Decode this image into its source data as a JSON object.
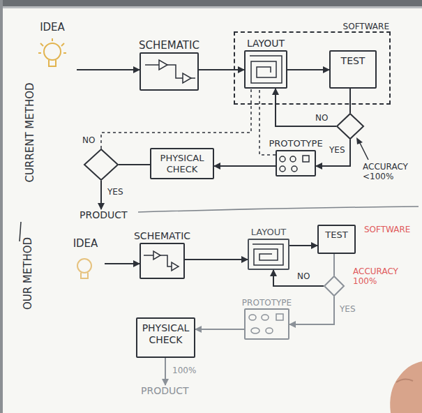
{
  "diagram": {
    "nodes": [
      {
        "text": [
          "IDEA"
        ]
      },
      {
        "text": [
          "SCHEMATIC"
        ]
      },
      {
        "text": [
          "SOFTWARE"
        ]
      },
      {
        "text": [
          "LAYOUT"
        ],
        "in": 2
      },
      {
        "text": [
          "TEST"
        ],
        "in": 2
      },
      {
        "text": []
      },
      {
        "text": [
          "PROTOTYPE"
        ]
      },
      {
        "text": [
          "PHYSICAL CHECK"
        ]
      },
      {
        "text": []
      },
      {
        "text": [
          "PRODUCT"
        ]
      },
      {
        "text": [
          "IDEA"
        ]
      },
      {
        "text": [
          "SCHEMATIC"
        ]
      },
      {
        "text": [
          "LAYOUT"
        ]
      },
      {
        "text": [
          "TEST"
        ]
      },
      {
        "text": []
      },
      {
        "text": [
          "PROTOTYPE"
        ]
      },
      {
        "text": [
          "PHYSICAL CHECK"
        ]
      },
      {
        "text": [
          "PRODUCT"
        ]
      }
    ],
    "edges": [
      {
        "from": 0,
        "to": 1,
        "arrow": "to"
      },
      {
        "from": 1,
        "to": 3,
        "arrow": "to"
      },
      {
        "from": 3,
        "to": 4,
        "arrow": "to"
      },
      {
        "from": 4,
        "to": 5,
        "arrow": "none"
      },
      {
        "from": 5,
        "to": 3,
        "label": "NO",
        "arrow": "to"
      },
      {
        "from": 5,
        "to": 6,
        "label": "YES",
        "arrow": "to"
      },
      {
        "from": 6,
        "to": 7,
        "arrow": "to"
      },
      {
        "from": 7,
        "to": 8,
        "arrow": "none"
      },
      {
        "from": 8,
        "to": 3,
        "label": "NO",
        "arrow": "none"
      },
      {
        "from": 6,
        "to": 3,
        "arrow": "none"
      },
      {
        "from": 8,
        "to": 9,
        "label": "YES",
        "arrow": "to"
      },
      {
        "from": 10,
        "to": 11,
        "arrow": "to"
      },
      {
        "from": 11,
        "to": 12,
        "arrow": "to"
      },
      {
        "from": 12,
        "to": 13,
        "arrow": "to"
      },
      {
        "from": 13,
        "to": 14,
        "arrow": "none"
      },
      {
        "from": 14,
        "to": 12,
        "label": "NO",
        "arrow": "to"
      },
      {
        "from": 14,
        "to": 15,
        "label": "YES",
        "arrow": "to"
      },
      {
        "from": 15,
        "to": 16,
        "arrow": "to"
      },
      {
        "from": 16,
        "to": 17,
        "label": "100%",
        "arrow": "to"
      }
    ],
    "labels": [
      "CURRENT METHOD",
      "ACCURACY <100%",
      "OUR METHOD",
      "SOFTWARE",
      "ACCURACY 100%"
    ]
  }
}
